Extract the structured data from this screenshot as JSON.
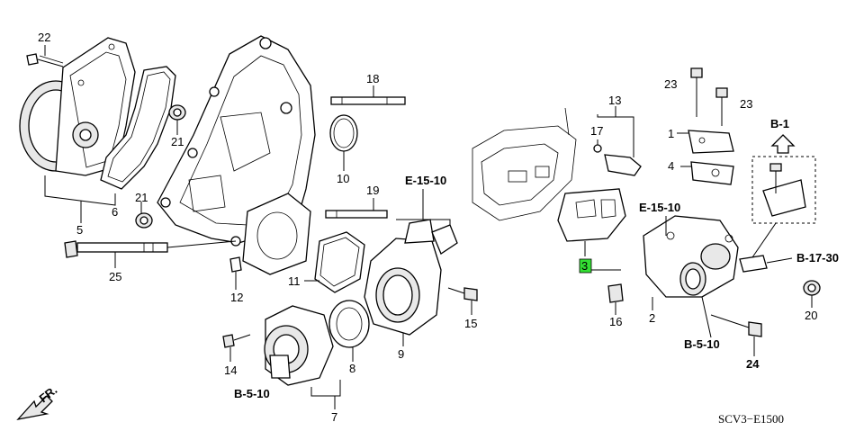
{
  "diagram": {
    "part_numbers": {
      "p1": "1",
      "p2": "2",
      "p3": "3",
      "p4": "4",
      "p5": "5",
      "p6": "6",
      "p7": "7",
      "p8": "8",
      "p9": "9",
      "p10": "10",
      "p11": "11",
      "p12": "12",
      "p13": "13",
      "p14": "14",
      "p15": "15",
      "p16": "16",
      "p17": "17",
      "p18": "18",
      "p19": "19",
      "p20": "20",
      "p21a": "21",
      "p21b": "21",
      "p22": "22",
      "p23a": "23",
      "p23b": "23",
      "p24": "24",
      "p25": "25"
    },
    "references": {
      "e1510_left": "E-15-10",
      "e1510_right": "E-15-10",
      "b510_left": "B-5-10",
      "b510_right": "B-5-10",
      "b1730": "B-17-30",
      "b1": "B-1"
    },
    "front_label": "FR.",
    "diagram_code": "SCV3−E1500",
    "highlighted_part": "3",
    "highlight_color": "#33e033"
  }
}
